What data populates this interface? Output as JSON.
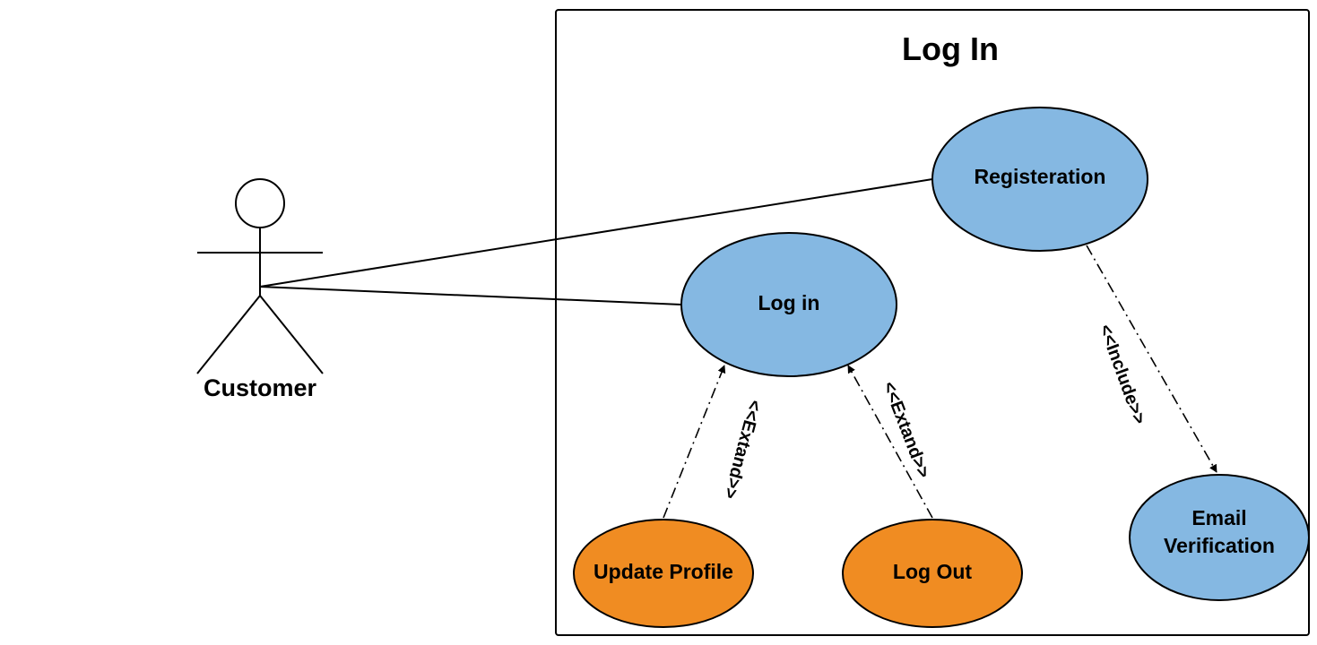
{
  "system": {
    "title": "Log In"
  },
  "actor": {
    "name": "Customer"
  },
  "use_cases": {
    "registration": "Registeration",
    "login": "Log in",
    "email_verification_line1": "Email",
    "email_verification_line2": "Verification",
    "update_profile": "Update Profile",
    "log_out": "Log Out"
  },
  "relationships": {
    "include": "<<Include>>",
    "extend_update_profile": "<<Extand>>",
    "extend_log_out": "<<Extand>>"
  },
  "colors": {
    "base_use_case": "#85B8E2",
    "extension_use_case": "#F08C22",
    "line": "#000000"
  }
}
